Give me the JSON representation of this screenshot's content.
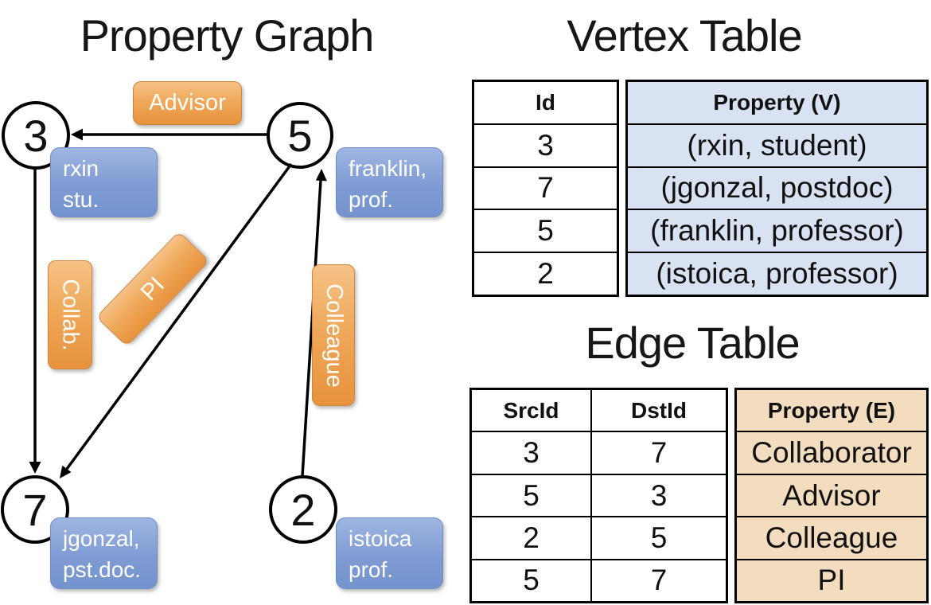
{
  "graph_panel": {
    "title": "Property Graph",
    "nodes": [
      {
        "id": "3",
        "prop_line1": "rxin",
        "prop_line2": "stu."
      },
      {
        "id": "5",
        "prop_line1": "franklin,",
        "prop_line2": "prof."
      },
      {
        "id": "7",
        "prop_line1": "jgonzal,",
        "prop_line2": "pst.doc."
      },
      {
        "id": "2",
        "prop_line1": "istoica",
        "prop_line2": "prof."
      }
    ],
    "edge_labels": {
      "advisor": "Advisor",
      "collab": "Collab.",
      "pi": "PI",
      "colleague": "Colleague"
    }
  },
  "vertex_table": {
    "title": "Vertex Table",
    "headers": {
      "id": "Id",
      "property": "Property (V)"
    },
    "rows": [
      {
        "id": "3",
        "property": "(rxin, student)"
      },
      {
        "id": "7",
        "property": "(jgonzal, postdoc)"
      },
      {
        "id": "5",
        "property": "(franklin, professor)"
      },
      {
        "id": "2",
        "property": "(istoica, professor)"
      }
    ]
  },
  "edge_table": {
    "title": "Edge Table",
    "headers": {
      "src": "SrcId",
      "dst": "DstId",
      "property": "Property (E)"
    },
    "rows": [
      {
        "src": "3",
        "dst": "7",
        "property": "Collaborator"
      },
      {
        "src": "5",
        "dst": "3",
        "property": "Advisor"
      },
      {
        "src": "2",
        "dst": "5",
        "property": "Colleague"
      },
      {
        "src": "5",
        "dst": "7",
        "property": "PI"
      }
    ]
  },
  "colors": {
    "edge_accent_orange": "#EFA95B",
    "vertex_accent_blue": "#7F9BD3",
    "vertex_table_fill": "#D8E2F3",
    "edge_table_fill": "#F4DCBF",
    "line_color": "#000000"
  }
}
